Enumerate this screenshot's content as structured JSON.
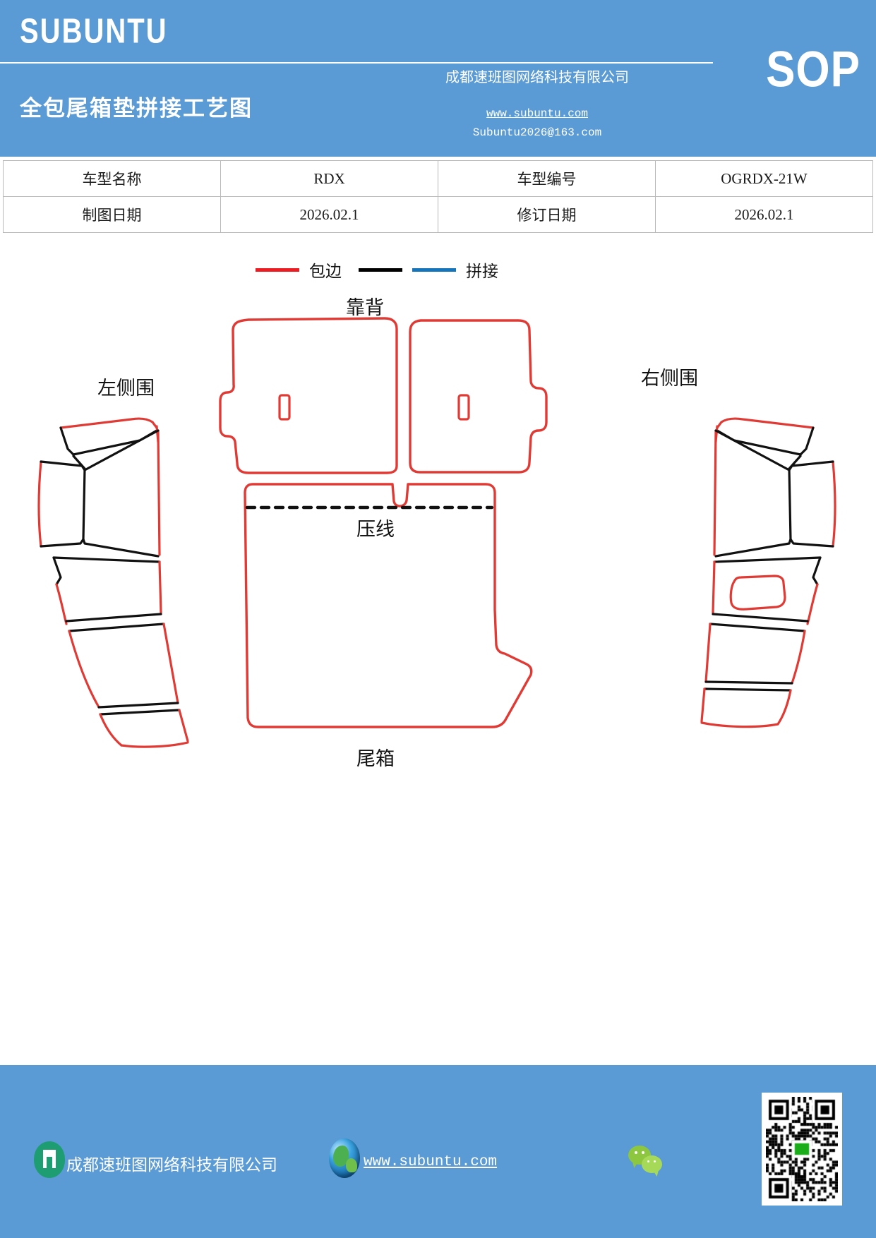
{
  "header": {
    "brand": "SUBUNTU",
    "doc_title": "全包尾箱垫拼接工艺图",
    "company": "成都速班图网络科技有限公司",
    "url": "www.subuntu.com",
    "email": "Subuntu2026@163.com",
    "badge": "SOP",
    "bg_color": "#5b9bd5"
  },
  "info_table": {
    "rows": [
      {
        "label1": "车型名称",
        "value1": "RDX",
        "label2": "车型编号",
        "value2": "OGRDX-21W"
      },
      {
        "label1": "制图日期",
        "value1": "2026.02.1",
        "label2": "修订日期",
        "value2": "2026.02.1"
      }
    ]
  },
  "legend": {
    "items": [
      {
        "label": "包边",
        "color": "#ee1c22"
      },
      {
        "label": "拼接",
        "color": "#000000"
      },
      {
        "label2": "拼接",
        "color2": "#1474bc"
      }
    ],
    "binding_label": "包边",
    "binding_color": "#ee1c22",
    "seam_label": "拼接",
    "seam_color_black": "#000000",
    "seam_color_blue": "#1474bc"
  },
  "diagram": {
    "labels": {
      "backrest": "靠背",
      "left_side": "左侧围",
      "right_side": "右侧围",
      "crease": "压线",
      "trunk": "尾箱"
    },
    "binding_color": "#e03a35",
    "seam_color": "#111111"
  },
  "footer": {
    "company": "成都速班图网络科技有限公司",
    "url": "www.subuntu.com",
    "bg_color": "#5b9bd5"
  }
}
